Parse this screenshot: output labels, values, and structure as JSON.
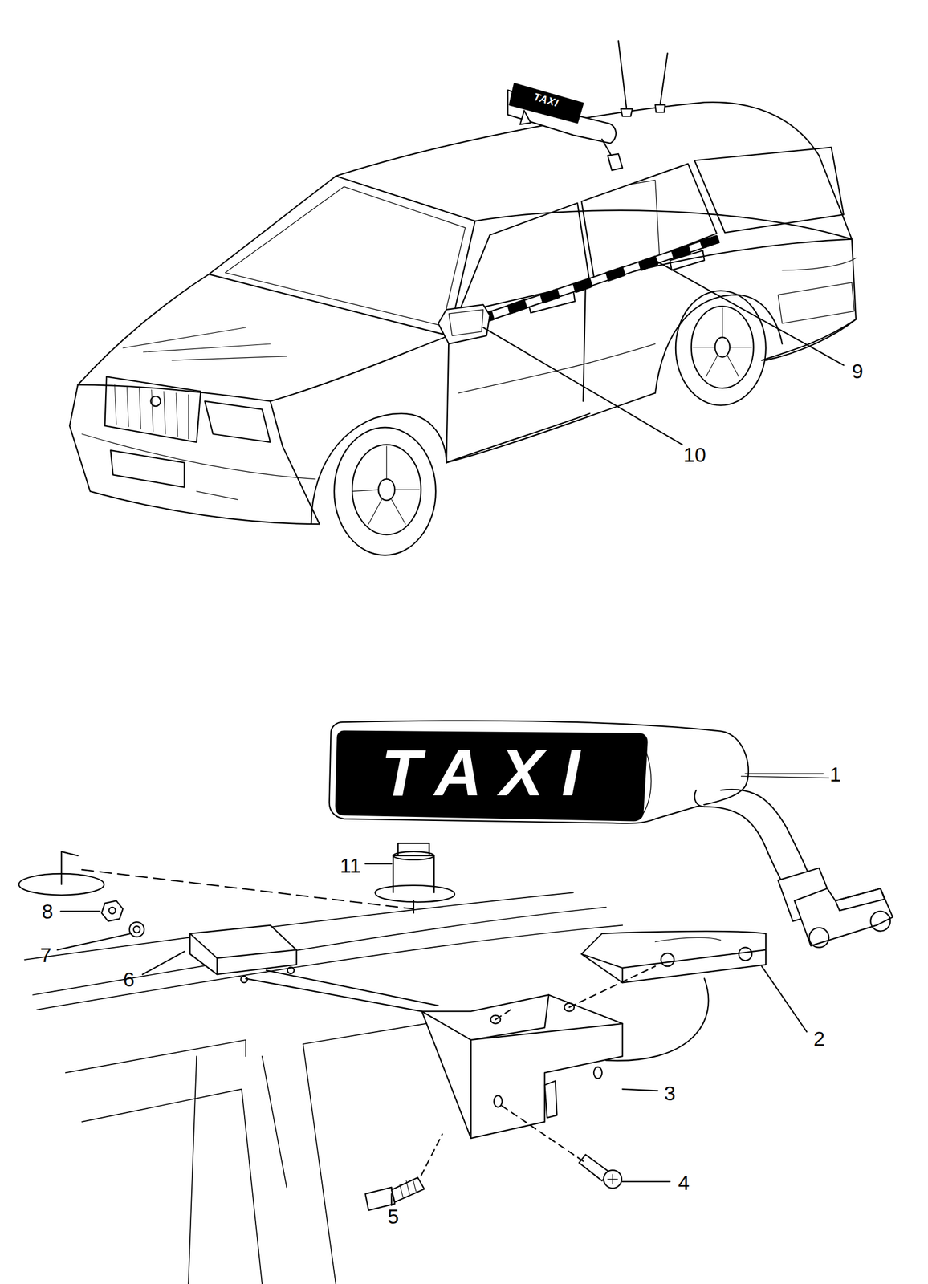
{
  "diagram": {
    "labels": [
      "TAXI",
      "9",
      "10",
      "TAXI",
      "1",
      "11",
      "8",
      "7",
      "6",
      "2",
      "3",
      "5",
      "4"
    ]
  }
}
